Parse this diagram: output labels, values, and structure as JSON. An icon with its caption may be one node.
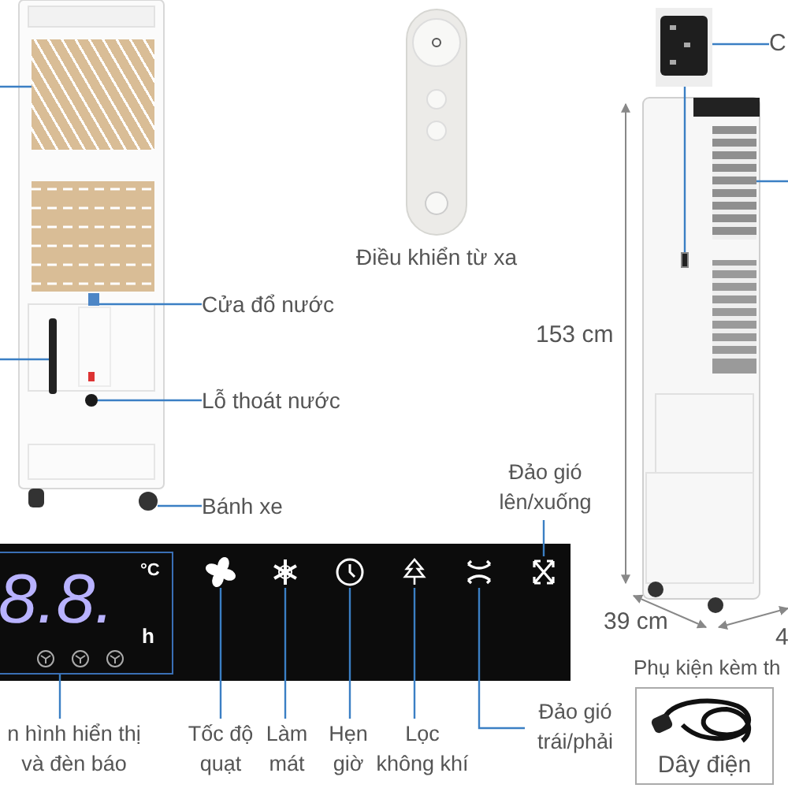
{
  "diagram": {
    "nodes": [
      {
        "text": [
          "Cửa đổ nước"
        ]
      },
      {
        "text": [],
        "shape": "box"
      },
      {
        "text": [
          "Lỗ thoát nước"
        ]
      },
      {
        "text": [],
        "shape": "circle"
      },
      {
        "text": [
          "Bánh xe"
        ]
      },
      {
        "text": [],
        "shape": "circle"
      },
      {
        "text": [],
        "shape": "box"
      },
      {
        "text": [],
        "shape": "bar"
      },
      {
        "text": [],
        "shape": "picture",
        "beside": [
          "Điều khiển từ xa"
        ]
      },
      {
        "text": [
          "C"
        ]
      },
      {
        "text": [],
        "shape": "picture"
      },
      {
        "text": [],
        "shape": "box"
      },
      {
        "text": [],
        "shape": "box"
      },
      {
        "text": [],
        "shape": "box"
      },
      {
        "text": [
          "8.8.",
          "°C",
          "h"
        ],
        "in": 13
      },
      {
        "text": [],
        "shape": "picture",
        "in": 13
      },
      {
        "text": [],
        "shape": "picture",
        "in": 13
      },
      {
        "text": [],
        "shape": "picture",
        "in": 13
      },
      {
        "text": [],
        "shape": "picture",
        "in": 13
      },
      {
        "text": [],
        "shape": "picture",
        "in": 13
      },
      {
        "text": [],
        "shape": "picture",
        "in": 13
      },
      {
        "text": [
          "n hình hiển thị và đèn báo"
        ]
      },
      {
        "text": [
          "Tốc độ quạt"
        ]
      },
      {
        "text": [
          "Làm mát"
        ]
      },
      {
        "text": [
          "Hẹn giờ"
        ]
      },
      {
        "text": [
          "Lọc không khí"
        ]
      },
      {
        "text": [
          "Đảo gió trái/phải"
        ]
      },
      {
        "text": [
          "Đảo gió lên/xuống"
        ]
      },
      {
        "text": [
          "Dây điện"
        ],
        "beside": [
          "Phụ kiện kèm th"
        ]
      }
    ],
    "edges": [
      {
        "from": 0,
        "to": 1,
        "arrow": "none"
      },
      {
        "from": 2,
        "to": 3,
        "arrow": "none"
      },
      {
        "from": 4,
        "to": 5,
        "arrow": "none"
      },
      {
        "from": null,
        "to": 6,
        "arrow": "none"
      },
      {
        "from": null,
        "to": 7,
        "arrow": "none"
      },
      {
        "from": 9,
        "to": 10,
        "arrow": "none"
      },
      {
        "from": 10,
        "to": 11,
        "arrow": "none"
      },
      {
        "from": null,
        "to": 12,
        "arrow": "none"
      },
      {
        "from": 21,
        "to": 14,
        "arrow": "none"
      },
      {
        "from": 22,
        "to": 15,
        "arrow": "none"
      },
      {
        "from": 23,
        "to": 16,
        "arrow": "none"
      },
      {
        "from": 24,
        "to": 17,
        "arrow": "none"
      },
      {
        "from": 25,
        "to": 18,
        "arrow": "none"
      },
      {
        "from": 26,
        "to": 19,
        "arrow": "none"
      },
      {
        "from": 27,
        "to": 20,
        "arrow": "none"
      }
    ],
    "labels": [
      "153 cm",
      "39 cm",
      "4"
    ]
  }
}
